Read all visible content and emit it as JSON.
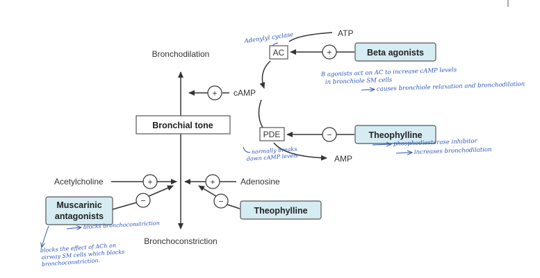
{
  "nodes": {
    "atp": "ATP",
    "ac": "AC",
    "camp": "cAMP",
    "pde": "PDE",
    "amp": "AMP",
    "bronchodilation": "Bronchodilation",
    "bronchial_tone": "Bronchial tone",
    "acetylcholine": "Acetylcholine",
    "adenosine": "Adenosine",
    "bronchoconstriction": "Bronchoconstriction",
    "beta_agonists": "Beta agonists",
    "theophylline_pde": "Theophylline",
    "theophylline_adenosine": "Theophylline",
    "muscarinic_line1": "Muscarinic",
    "muscarinic_line2": "antagonists"
  },
  "signs": {
    "plus": "+",
    "minus": "−"
  },
  "annotations": {
    "adenylyl_cyclase": "Adenylyl cyclase",
    "beta_note_line1": "B agonists act on AC to increase cAMP levels",
    "beta_note_line2": "in bronchiole SM cells",
    "beta_note_line3": "causes bronchiole relaxation and bronchodilation",
    "pde_note_line1": "normally breaks",
    "pde_note_line2": "down cAMP levels",
    "theo_note_line1": "phosphodiesterase inhibitor",
    "theo_note_line2": "increases bronchodilation",
    "musc_note": "blocks bronchoconstriction",
    "ach_note_line1": "blocks the effect of ACh on",
    "ach_note_line2": "airway SM cells which blocks",
    "ach_note_line3": "bronchoconstriction."
  },
  "colors": {
    "box_fill": "#d6ecf3",
    "box_stroke": "#555555",
    "line": "#333333",
    "ink": "#2c55b8"
  }
}
